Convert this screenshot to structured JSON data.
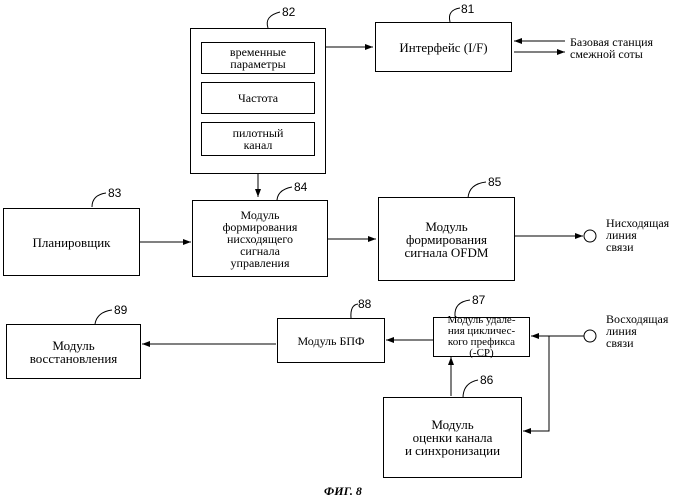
{
  "blocks": {
    "b81": {
      "ref": "81",
      "label": "Интерфейс (I/F)"
    },
    "b82": {
      "ref": "82",
      "items": [
        "временные\nпараметры",
        "Частота",
        "пилотный\nканал"
      ]
    },
    "b83": {
      "ref": "83",
      "label": "Планировщик"
    },
    "b84": {
      "ref": "84",
      "label": "Модуль\nформирования\nнисходящего\nсигнала\nуправления"
    },
    "b85": {
      "ref": "85",
      "label": "Модуль\nформирования\nсигнала OFDM"
    },
    "b86": {
      "ref": "86",
      "label": "Модуль\nоценки канала\nи синхронизации"
    },
    "b87": {
      "ref": "87",
      "label": "Модуль удале-\nния цикличес-\nкого префикса\n(-CP)"
    },
    "b88": {
      "ref": "88",
      "label": "Модуль БПФ"
    },
    "b89": {
      "ref": "89",
      "label": "Модуль\nвосстановления"
    }
  },
  "labels": {
    "neighbor": "Базовая станция\nсмежной соты",
    "downlink": "Нисходящая\nлиния\nсвязи",
    "uplink": "Восходящая\nлиния\nсвязи"
  },
  "caption": "ФИГ. 8"
}
